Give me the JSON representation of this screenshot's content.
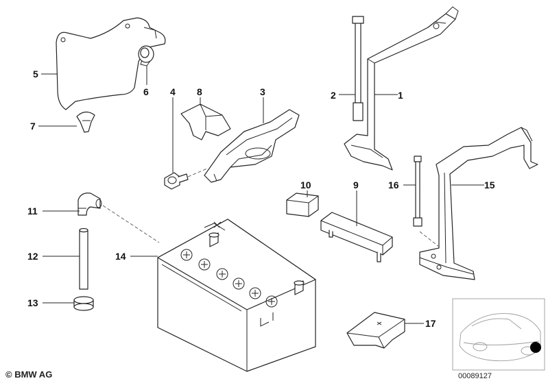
{
  "diagram": {
    "title": "Battery mounting parts diagram",
    "callouts": [
      "1",
      "2",
      "3",
      "4",
      "5",
      "6",
      "7",
      "8",
      "9",
      "10",
      "11",
      "12",
      "13",
      "14",
      "15",
      "16",
      "17"
    ]
  },
  "footer": {
    "copyright": "© BMW AG",
    "drawing_number": "00089127"
  },
  "colors": {
    "line": "#222222",
    "thumbnail_line": "#9a9a9a",
    "marker": "#000000"
  }
}
